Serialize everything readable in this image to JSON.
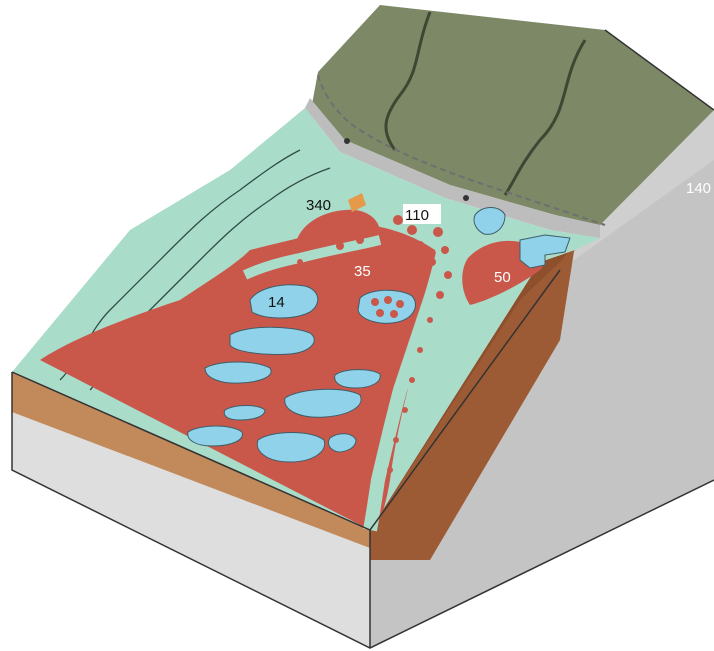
{
  "labels": {
    "l340": "340",
    "l110": "110",
    "l35": "35",
    "l50": "50",
    "l14": "14",
    "l140": "140"
  },
  "colors": {
    "terrace_top": "#7e8a64",
    "terrace_face": "#b9b9b9",
    "floodplain_water": "#a9dccc",
    "lake": "#8fd2ea",
    "red_soil": "#c8564a",
    "brown_layer": "#9a5a35",
    "gray_base": "#d8d8d8",
    "gray_side": "#c9c9c9"
  }
}
